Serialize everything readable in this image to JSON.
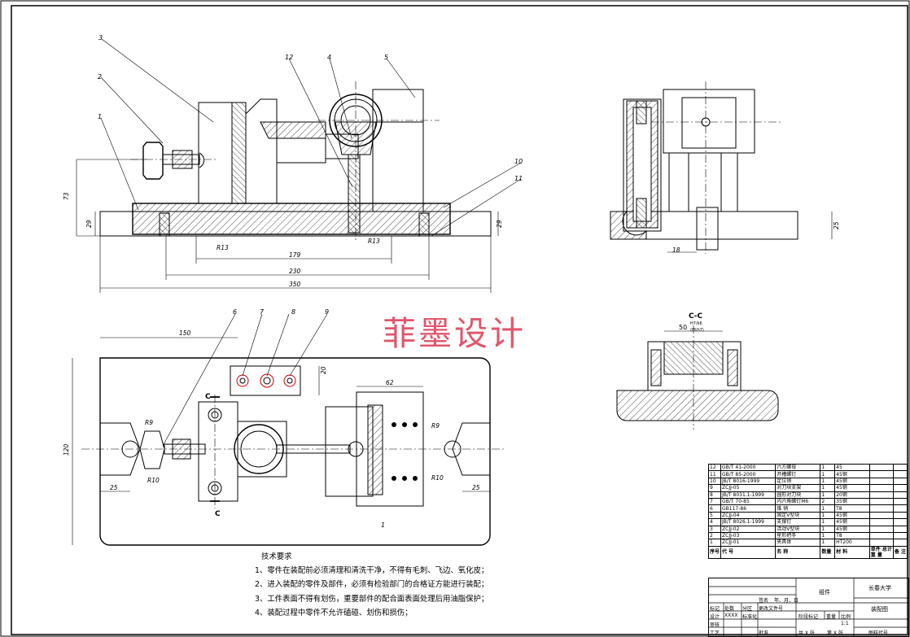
{
  "watermark": "菲墨设计",
  "balloons": [
    "1",
    "2",
    "3",
    "4",
    "5",
    "6",
    "7",
    "8",
    "9",
    "10",
    "11",
    "12",
    "1"
  ],
  "section_label": "C-C",
  "section_mark": "C",
  "dimensions": {
    "d73": "73",
    "d29a": "29",
    "d29b": "29",
    "d179": "179",
    "d230": "230",
    "d350": "350",
    "r13a": "R13",
    "r13b": "R13",
    "d150": "150",
    "d20": "20",
    "d62": "62",
    "r9a": "R9",
    "r9b": "R9",
    "r10": "R10",
    "r10b": "R10",
    "d25a": "25",
    "d25b": "25",
    "d120": "120",
    "d18": "18",
    "d25c": "25",
    "d50": "50",
    "fit_top": "H7/k6",
    "fit_bot": "(f8/h7)"
  },
  "notes": {
    "title": "技术要求",
    "items": [
      "1、零件在装配前必须清理和清洗干净，不得有毛刺、飞边、氧化皮；",
      "2、进入装配的零件及部件，必须有检验部门的合格证方能进行装配；",
      "3、工件表面不得有划伤，重要部件的配合面表面处理后用油脂保护；",
      "4、装配过程中零件不允许磕碰、划伤和损伤；"
    ]
  },
  "bom": {
    "rows": [
      [
        "12",
        "GB/T 41-2000",
        "六方螺母",
        "1",
        "45"
      ],
      [
        "11",
        "GB/T 85-2000",
        "开槽螺钉",
        "1",
        "45钢"
      ],
      [
        "10",
        "JB/T 8016-1999",
        "定位销",
        "1",
        "45钢"
      ],
      [
        "9",
        "ZCJJ-05",
        "对刀块支架",
        "1",
        "45钢"
      ],
      [
        "8",
        "JB/T 8031.1-1999",
        "圆形对刀块",
        "1",
        "20钢"
      ],
      [
        "7",
        "GB/T 70-85",
        "内六角螺钉M6",
        "2",
        "35钢"
      ],
      [
        "6",
        "GB117-86",
        "锥 销",
        "1",
        "T8"
      ],
      [
        "5",
        "ZCJJ-04",
        "固定V型块",
        "1",
        "45钢"
      ],
      [
        "4",
        "JB/T 8026.1-1999",
        "支撑钉",
        "1",
        "45钢"
      ],
      [
        "3",
        "ZCJJ-02",
        "活动V型块",
        "1",
        "45钢"
      ],
      [
        "2",
        "ZCJJ-03",
        "星形把手",
        "1",
        "T8"
      ],
      [
        "1",
        "ZCJJ-01",
        "夹具体",
        "1",
        "HT200"
      ]
    ],
    "header": [
      "序号",
      "代  号",
      "名  称",
      "数量",
      "材  料",
      "单件 总计",
      "备 注"
    ],
    "header_sub": "重  量"
  },
  "titleblock": {
    "assembly": "组件",
    "school": "长春大学",
    "drawing": "装配图",
    "scale_label": "比例",
    "scale": "1:1",
    "weight": "重量",
    "stage": "阶段标记",
    "mark": "标记",
    "count": "处数",
    "zone": "分区",
    "change_no": "更改文件号",
    "sign": "签名",
    "date": "年、月、日",
    "design": "设计",
    "std": "标准化",
    "review": "审核",
    "process": "工艺",
    "approve": "批准",
    "sheets": "共 X 张",
    "sheet": "第 X 张",
    "code": "图样代号",
    "designer": "XXXX"
  }
}
